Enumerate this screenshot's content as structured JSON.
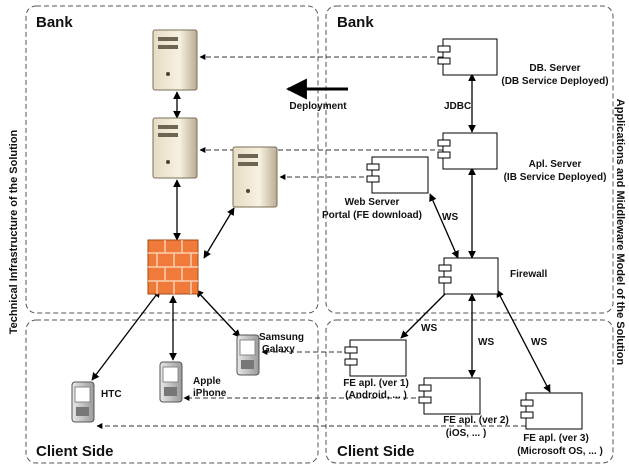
{
  "regions": {
    "left_top_title": "Bank",
    "right_top_title": "Bank",
    "left_bottom_title": "Client Side",
    "right_bottom_title": "Client Side"
  },
  "side_labels": {
    "left": "Technical Infrastructure of the Solution",
    "right": "Applications and Middleware Model of the Solution"
  },
  "deployment_label": "Deployment",
  "components": {
    "db_server": [
      "DB. Server",
      "(DB Service Deployed)"
    ],
    "apl_server": [
      "Apl. Server",
      "(IB Service Deployed)"
    ],
    "web_server": [
      "Web Server",
      "Portal (FE download)"
    ],
    "firewall": "Firewall",
    "fe1": [
      "FE apl. (ver 1)",
      "(Android, ... )"
    ],
    "fe2": [
      "FE apl. (ver 2)",
      "(iOS, ... )"
    ],
    "fe3": [
      "FE apl. (ver 3)",
      "(Microsoft OS, ... )"
    ]
  },
  "connection_labels": {
    "jdbc": "JDBC",
    "ws_web": "WS",
    "ws_fe1": "WS",
    "ws_fe2": "WS",
    "ws_fe3": "WS"
  },
  "devices": {
    "samsung": [
      "Samsung",
      "Galaxy"
    ],
    "apple": [
      "Apple",
      "iPhone"
    ],
    "htc": "HTC"
  }
}
